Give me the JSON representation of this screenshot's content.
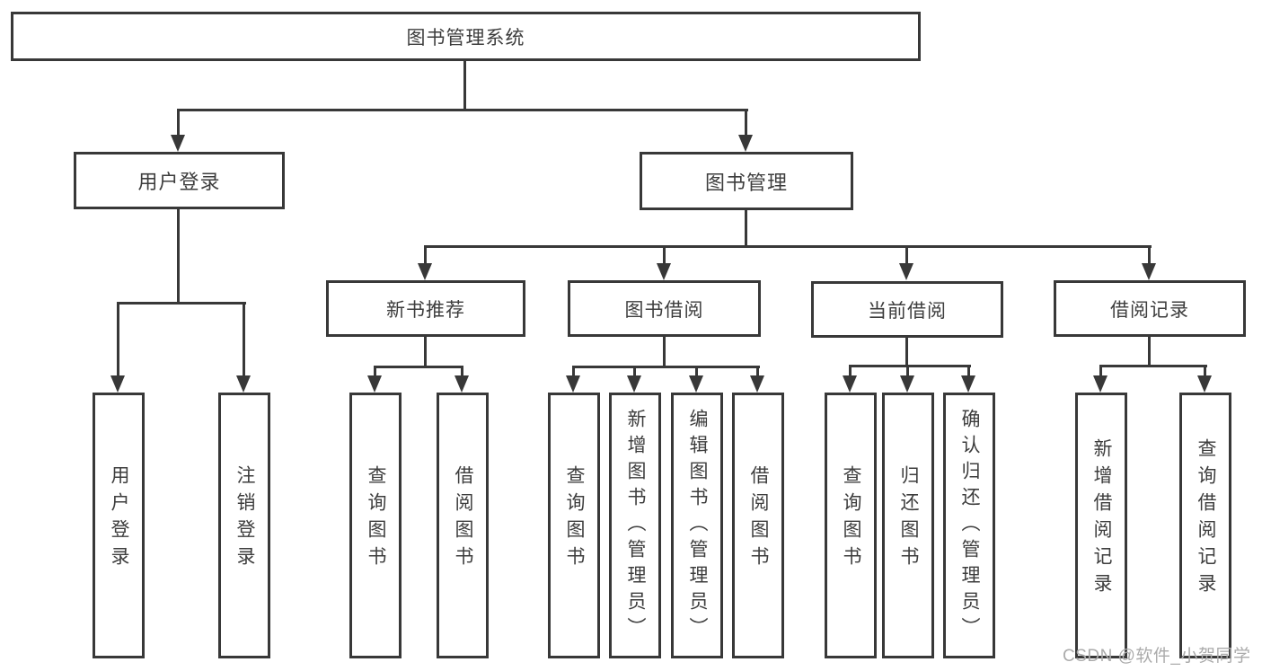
{
  "colors": {
    "line": "#383838",
    "text": "#3d3d3d",
    "watermark": "#ababab"
  },
  "diagram": {
    "root": {
      "label": "图书管理系统"
    },
    "level2": [
      {
        "label": "用户登录"
      },
      {
        "label": "图书管理"
      }
    ],
    "level3": [
      {
        "label": "新书推荐",
        "parent": "图书管理"
      },
      {
        "label": "图书借阅",
        "parent": "图书管理"
      },
      {
        "label": "当前借阅",
        "parent": "图书管理"
      },
      {
        "label": "借阅记录",
        "parent": "图书管理"
      }
    ],
    "leaves": [
      {
        "label": "用户登录",
        "parent": "用户登录"
      },
      {
        "label": "注销登录",
        "parent": "用户登录"
      },
      {
        "label": "查询图书",
        "parent": "新书推荐"
      },
      {
        "label": "借阅图书",
        "parent": "新书推荐"
      },
      {
        "label": "查询图书",
        "parent": "图书借阅"
      },
      {
        "label": "新增图书（管理员）",
        "parent": "图书借阅"
      },
      {
        "label": "编辑图书（管理员）",
        "parent": "图书借阅"
      },
      {
        "label": "借阅图书",
        "parent": "图书借阅"
      },
      {
        "label": "查询图书",
        "parent": "当前借阅"
      },
      {
        "label": "归还图书",
        "parent": "当前借阅"
      },
      {
        "label": "确认归还（管理员）",
        "parent": "当前借阅"
      },
      {
        "label": "新增借阅记录",
        "parent": "借阅记录"
      },
      {
        "label": "查询借阅记录",
        "parent": "借阅记录"
      }
    ]
  },
  "watermark": {
    "text": "CSDN @软件_小贺同学"
  }
}
